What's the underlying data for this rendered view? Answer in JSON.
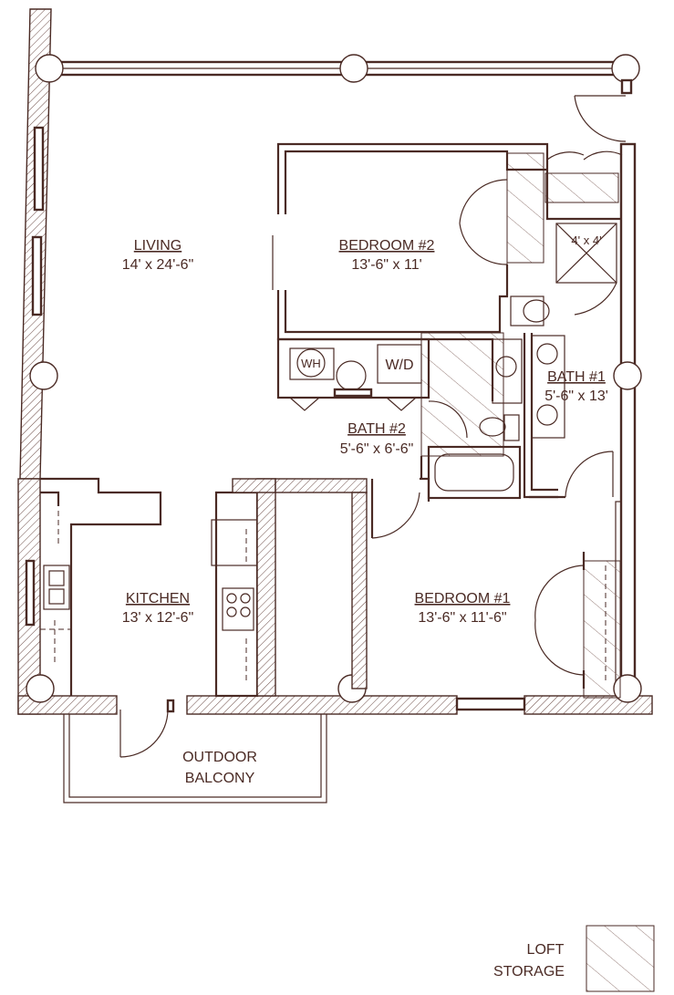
{
  "rooms": {
    "living": {
      "name": "LIVING",
      "size": "14' x 24'-6\""
    },
    "bedroom2": {
      "name": "BEDROOM #2",
      "size": "13'-6\" x 11'"
    },
    "bath1": {
      "name": "BATH #1",
      "size": "5'-6\" x 13'"
    },
    "bath2": {
      "name": "BATH #2",
      "size": "5'-6\" x 6'-6\""
    },
    "kitchen": {
      "name": "KITCHEN",
      "size": "13' x 12'-6\""
    },
    "bedroom1": {
      "name": "BEDROOM #1",
      "size": "13'-6\" x 11'-6\""
    },
    "balcony": {
      "line1": "OUTDOOR",
      "line2": "BALCONY"
    }
  },
  "fixtures": {
    "shower_size": "4' x 4'",
    "washer_dryer": "W/D",
    "water_heater": "WH"
  },
  "legend": {
    "line1": "LOFT",
    "line2": "STORAGE"
  }
}
